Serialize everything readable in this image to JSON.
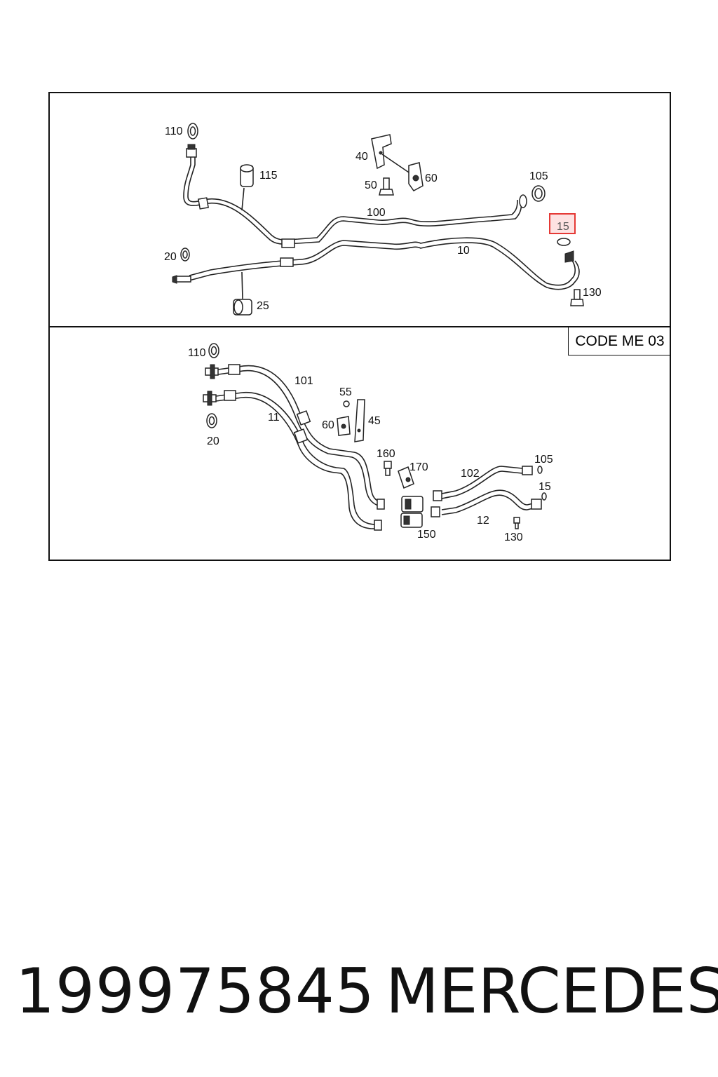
{
  "diagram": {
    "top_panel": {
      "callouts": [
        "110",
        "115",
        "40",
        "60",
        "50",
        "105",
        "100",
        "15",
        "10",
        "20",
        "25",
        "130"
      ],
      "highlighted_callout": "15"
    },
    "bottom_panel": {
      "code_label": "CODE ME 03",
      "callouts": [
        "110",
        "101",
        "55",
        "11",
        "60",
        "45",
        "20",
        "160",
        "170",
        "102",
        "105",
        "15",
        "12",
        "150",
        "130"
      ]
    },
    "colors": {
      "line": "#222222",
      "highlight_border": "#e53935",
      "highlight_fill": "#fde2e2"
    }
  },
  "footer": {
    "part_number": "199975845",
    "brand": "MERCEDES"
  }
}
